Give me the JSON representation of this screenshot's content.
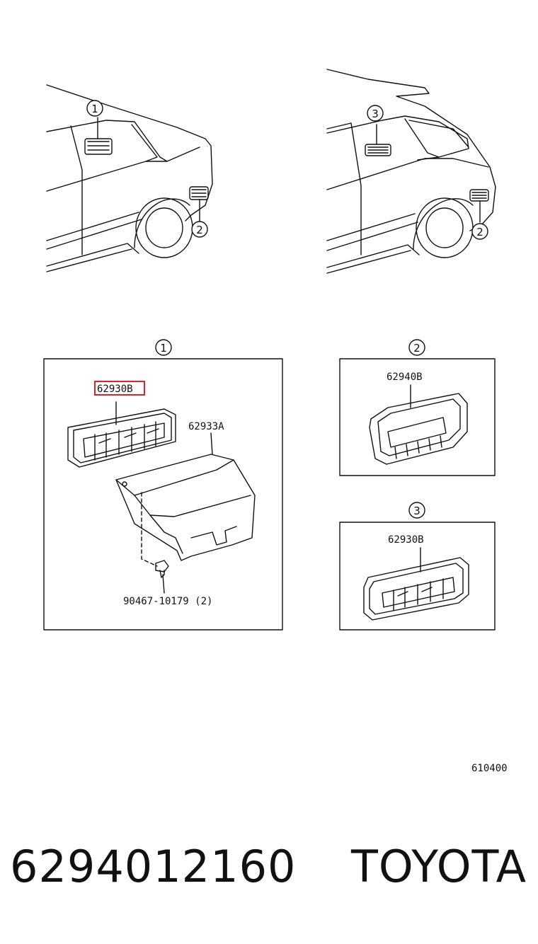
{
  "callouts": {
    "c1": "1",
    "c2": "2",
    "c3": "3"
  },
  "parts": {
    "box1_outlet": "62930B",
    "box1_duct": "62933A",
    "box1_clip": "90467-10179 (2)",
    "box2_outlet": "62940B",
    "box3_outlet": "62930B"
  },
  "highlight_color": "#e0202a",
  "diagram_code": "610400",
  "footer": {
    "part_number": "6294012160",
    "brand": "TOYOTA"
  }
}
